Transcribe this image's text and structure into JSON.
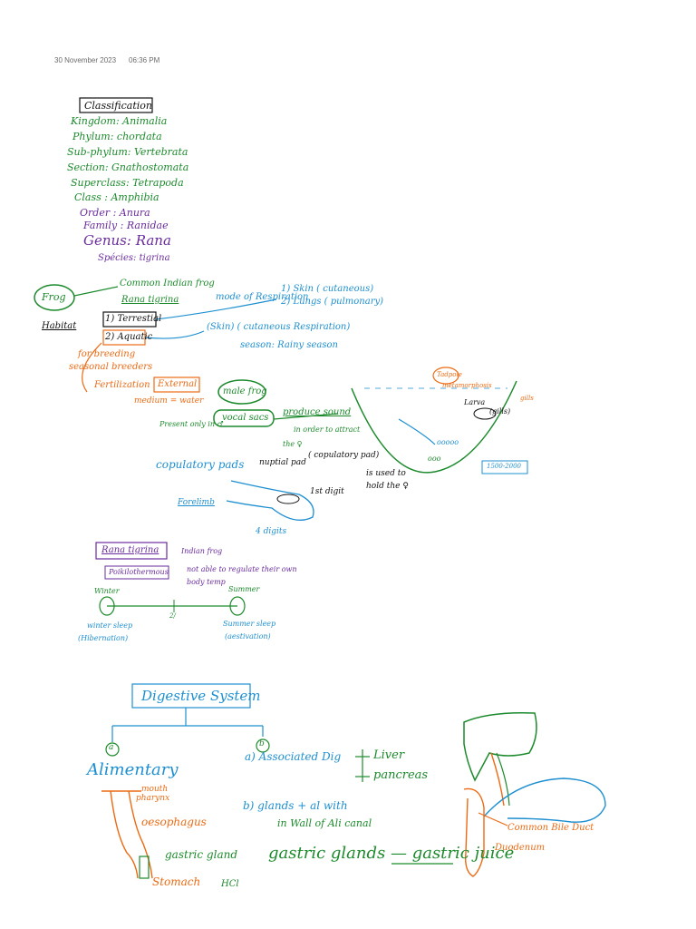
{
  "header": {
    "date": "30 November 2023",
    "time": "06:36 PM"
  },
  "classification": {
    "title": "Classification",
    "rows": [
      "Kingdom: Animalia",
      "Phylum: chordata",
      "Sub-phylum: Vertebrata",
      "Section: Gnathostomata",
      "Superclass: Tetrapoda",
      "Class : Amphibia",
      "Order : Anura",
      "Family : Ranidae",
      "Genus: Rana",
      "Spécies: tigrina"
    ]
  },
  "frog": {
    "label": "Frog",
    "common_name": "Common Indian frog",
    "species": "Rana tigrina",
    "habitat_label": "Habitat",
    "terrestrial": "1) Terrestial",
    "aquatic": "2) Aquatic",
    "mode_resp": "mode of Respiration",
    "resp_1": "1) Skin ( cutaneous)",
    "resp_2": "2) Lungs ( pulmonary)",
    "skin_note": "(Skin) ( cutaneous Respiration)",
    "season": "season: Rainy season",
    "for_breeding": "for breeding",
    "seasonal_breeders": "seasonal breeders",
    "fertilization": "Fertilization",
    "external": "External",
    "medium": "medium = water"
  },
  "male": {
    "male_frog": "male frog",
    "vocal_sacs": "vocal sacs",
    "produce_sound": "produce sound",
    "present_in": "Present only in ♂",
    "attract1": "in order to attract",
    "attract2": "the ♀",
    "copulatory_pads": "copulatory pads",
    "nuptial": "nuptial pad",
    "copulatory_paren": "( copulatory pad)",
    "is_used": "is used to",
    "hold": "hold the ♀",
    "first_digit": "1st digit",
    "forelimb": "Forelimb",
    "digits": "4 digits"
  },
  "pond": {
    "tadpole": "Tadpole",
    "metamorphosis": "metamorphosis",
    "larva": "Larva",
    "gills_paren": "(gills)",
    "gills": "gills",
    "eggs": "ooooo",
    "eggs2": "ooo",
    "water": "1500-2000"
  },
  "thermal": {
    "species": "Rana tigrina",
    "indian": "Indian frog",
    "poikilo": "Poikilothermous",
    "not_able1": "not able to regulate their own",
    "not_able2": "body temp",
    "winter": "Winter",
    "summer": "Summer",
    "winter_sleep": "winter sleep",
    "hibernation": "(Hibernation)",
    "summer_sleep": "Summer sleep",
    "aestivation": "(aestivation)",
    "mid": "2/"
  },
  "digestive": {
    "title": "Digestive System",
    "a_marker": "a",
    "b_marker": "b",
    "alimentary": "Alimentary",
    "a_assoc": "a) Associated Dig",
    "liver": "Liver",
    "pancreas": "pancreas",
    "b_glands": "b) glands + al with",
    "wall": "in Wall of Ali canal",
    "gastric_glands": "gastric glands — gastric juice",
    "mouth": "mouth",
    "pharynx": "pharynx",
    "oesophagus": "oesophagus",
    "gastric_gland": "gastric gland",
    "stomach": "Stomach",
    "hcl": "HCl",
    "common_bile": "Common Bile Duct",
    "duodenum": "Duodenum"
  },
  "colors": {
    "green": "#1c8a2c",
    "blue": "#1e8fd0",
    "orange": "#ec6a14",
    "purple": "#6a2c9e",
    "black": "#111111"
  }
}
